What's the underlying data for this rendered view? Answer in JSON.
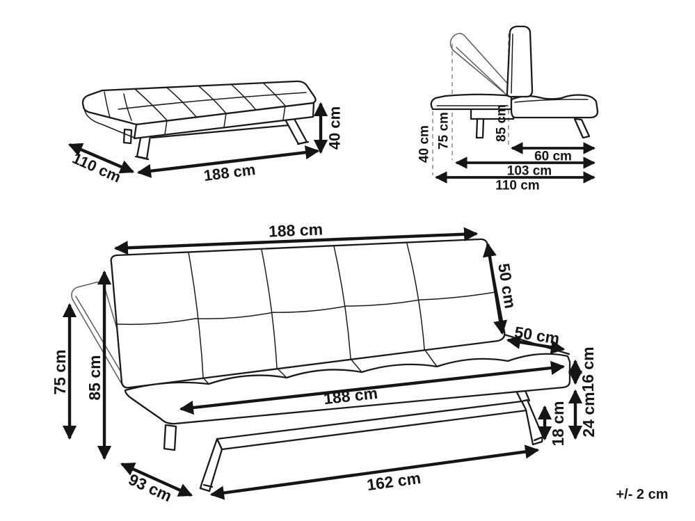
{
  "note": {
    "tolerance": "+/- 2 cm"
  },
  "colors": {
    "ink": "#1a1a1a",
    "ghost_line": "#5a5a5a",
    "dashed_line": "#9e9e9e",
    "background": "#ffffff"
  },
  "bed_view": {
    "width": "110 cm",
    "length": "188 cm",
    "height": "40 cm"
  },
  "side_view": {
    "bed_height": "40 cm",
    "reclined_height": "75 cm",
    "seat_back_height": "85 cm",
    "seat_depth": "60 cm",
    "open_depth": "103 cm",
    "total_depth": "110 cm"
  },
  "sofa_view": {
    "top_width": "188 cm",
    "backrest_height": "50 cm",
    "seat_depth": "50 cm",
    "seat_width": "188 cm",
    "reclined_height": "75 cm",
    "total_height": "85 cm",
    "seat_thickness": "16 cm",
    "underseat_clearance": "24 cm",
    "leg_height": "18 cm",
    "base_width": "162 cm",
    "side_depth": "93 cm"
  }
}
